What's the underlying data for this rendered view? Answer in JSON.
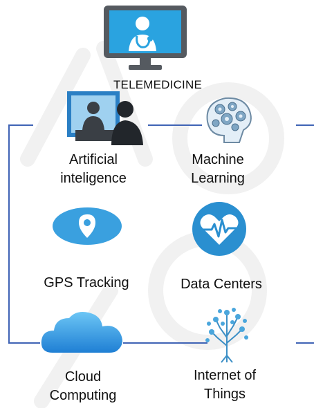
{
  "diagram": {
    "title": "TELEMEDICINE",
    "nodes": [
      {
        "id": "ai",
        "label_line1": "Artificial",
        "label_line2": "inteligence",
        "icon": "video-consultation-icon"
      },
      {
        "id": "ml",
        "label_line1": "Machine",
        "label_line2": "Learning",
        "icon": "brain-gears-icon"
      },
      {
        "id": "gps",
        "label_line1": "GPS Tracking",
        "label_line2": "",
        "icon": "location-pin-icon"
      },
      {
        "id": "dc",
        "label_line1": "Data Centers",
        "label_line2": "",
        "icon": "heartbeat-icon"
      },
      {
        "id": "cloud",
        "label_line1": "Cloud",
        "label_line2": "Computing",
        "icon": "cloud-icon"
      },
      {
        "id": "iot",
        "label_line1": "Internet of",
        "label_line2": "Things",
        "icon": "circuit-tree-icon"
      }
    ]
  },
  "colors": {
    "connector": "#3f63b5",
    "icon_blue": "#2aa3e0",
    "icon_dark": "#555a60",
    "watermark": "#f2f2f2"
  }
}
